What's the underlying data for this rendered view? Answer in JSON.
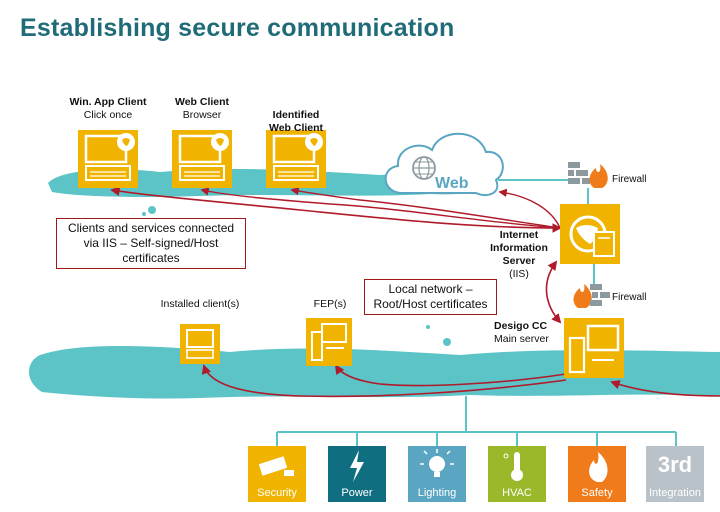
{
  "title": "Establishing secure communication",
  "clients": [
    {
      "name": "Win. App Client",
      "sub": "Click once"
    },
    {
      "name": "Web Client",
      "sub": "Browser"
    },
    {
      "name": "Identified\nWeb Client",
      "sub": ""
    }
  ],
  "cloud_label": "Web",
  "firewall_label": "Firewall",
  "iis_label": "Internet\nInformation\nServer",
  "iis_suffix": "(IIS)",
  "callout_clients": "Clients and services connected via IIS – Self-signed/Host certificates",
  "callout_local": "Local network –\nRoot/Host certificates",
  "installed_label": "Installed client(s)",
  "fep_label": "FEP(s)",
  "desigo_name": "Desigo CC",
  "desigo_sub": "Main server",
  "tiles": [
    {
      "label": "Security",
      "color": "#f0b400",
      "icon": "camera-icon"
    },
    {
      "label": "Power",
      "color": "#0f6e80",
      "icon": "lightning-icon"
    },
    {
      "label": "Lighting",
      "color": "#5aa5c2",
      "icon": "bulb-icon"
    },
    {
      "label": "HVAC",
      "color": "#9ab82a",
      "icon": "thermometer-icon"
    },
    {
      "label": "Safety",
      "color": "#f07b1a",
      "icon": "fire-icon"
    },
    {
      "label": "Integration",
      "color": "#b8c2c8",
      "icon": "3rd-party-icon",
      "badge": "3rd"
    }
  ],
  "colors": {
    "accent_title": "#1f6b78",
    "cloud_band": "#5cc3c6",
    "tile_client": "#f0b400",
    "arrow": "#b01b2b"
  }
}
